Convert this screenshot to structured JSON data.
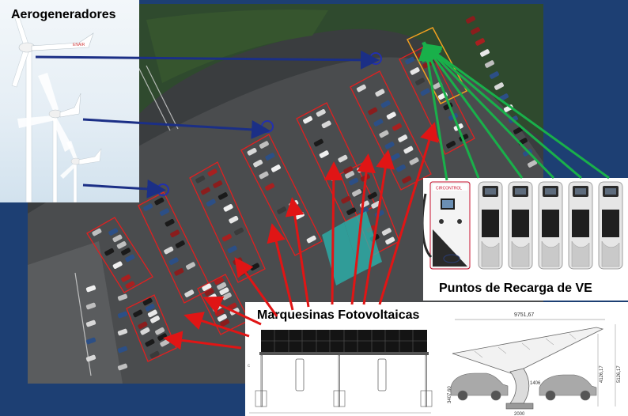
{
  "labels": {
    "wind": "Aerogeneradores",
    "charging": "Puntos de Recarga de VE",
    "solar": "Marquesinas Fotovoltaicas"
  },
  "drawing": {
    "dim_total_width": "9751,67",
    "dim_height_1": "4126,17",
    "dim_height_2": "5126,17",
    "dim_height_3": "3407,60",
    "dim_base": "2000",
    "dim_inner": "1406"
  },
  "colors": {
    "background": "#1d3f73",
    "arrow_wind": "#1b2f86",
    "arrow_solar": "#e01515",
    "arrow_charging": "#19b04a",
    "zone_outline": "#e02020",
    "ev_accent": "#c8102e"
  },
  "icons": [
    "wind-turbine-icon",
    "ev-charger-icon",
    "solar-canopy-icon",
    "car-icon"
  ]
}
